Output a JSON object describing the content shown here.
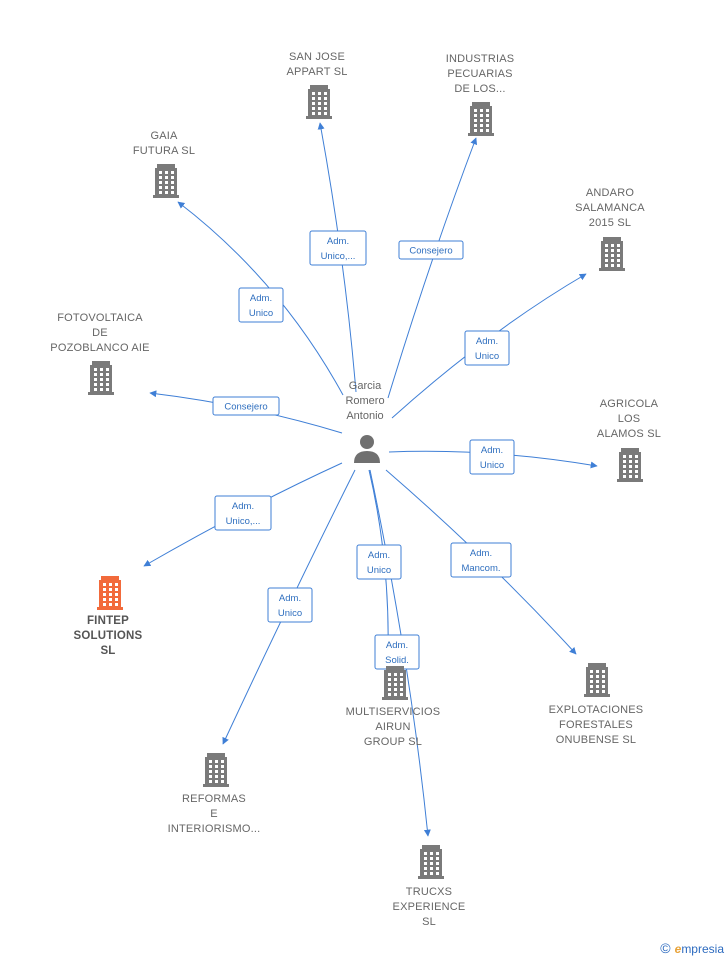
{
  "center": {
    "label_lines": [
      "Garcia",
      "Romero",
      "Antonio"
    ],
    "icon": "person-icon"
  },
  "colors": {
    "edge": "#3f7fd6",
    "company": "#7a7a7a",
    "highlight": "#f26a3b",
    "person": "#707070"
  },
  "companies": [
    {
      "id": "san-jose-appart",
      "label_lines": [
        "SAN JOSE",
        "APPART  SL"
      ],
      "icon": "building-icon",
      "highlight": false
    },
    {
      "id": "industrias-pecuarias",
      "label_lines": [
        "INDUSTRIAS",
        "PECUARIAS",
        "DE LOS..."
      ],
      "icon": "building-icon",
      "highlight": false
    },
    {
      "id": "gaia-futura",
      "label_lines": [
        "GAIA",
        "FUTURA  SL"
      ],
      "icon": "building-icon",
      "highlight": false
    },
    {
      "id": "andaro-salamanca",
      "label_lines": [
        "ANDARO",
        "SALAMANCA",
        "2015  SL"
      ],
      "icon": "building-icon",
      "highlight": false
    },
    {
      "id": "fotovoltaica",
      "label_lines": [
        "FOTOVOLTAICA",
        "DE",
        "POZOBLANCO AIE"
      ],
      "icon": "building-icon",
      "highlight": false
    },
    {
      "id": "agricola-los-alamos",
      "label_lines": [
        "AGRICOLA",
        "LOS",
        "ALAMOS SL"
      ],
      "icon": "building-icon",
      "highlight": false
    },
    {
      "id": "fintep-solutions",
      "label_lines": [
        "FINTEP",
        "SOLUTIONS",
        "SL"
      ],
      "icon": "building-icon",
      "highlight": true
    },
    {
      "id": "multiservicios-airun",
      "label_lines": [
        "MULTISERVICIOS",
        "AIRUN",
        "GROUP  SL"
      ],
      "icon": "building-icon",
      "highlight": false
    },
    {
      "id": "explotaciones-forestales",
      "label_lines": [
        "EXPLOTACIONES",
        "FORESTALES",
        "ONUBENSE SL"
      ],
      "icon": "building-icon",
      "highlight": false
    },
    {
      "id": "reformas-interiorismo",
      "label_lines": [
        "REFORMAS",
        "E",
        "INTERIORISMO..."
      ],
      "icon": "building-icon",
      "highlight": false
    },
    {
      "id": "trucxs-experience",
      "label_lines": [
        "TRUCXS",
        "EXPERIENCE",
        "SL"
      ],
      "icon": "building-icon",
      "highlight": false
    }
  ],
  "edges": [
    {
      "target": "san-jose-appart",
      "label_lines": [
        "Adm.",
        "Unico,..."
      ]
    },
    {
      "target": "industrias-pecuarias",
      "label_lines": [
        "Consejero"
      ]
    },
    {
      "target": "gaia-futura",
      "label_lines": [
        "Adm.",
        "Unico"
      ]
    },
    {
      "target": "andaro-salamanca",
      "label_lines": [
        "Adm.",
        "Unico"
      ]
    },
    {
      "target": "fotovoltaica",
      "label_lines": [
        "Consejero"
      ]
    },
    {
      "target": "agricola-los-alamos",
      "label_lines": [
        "Adm.",
        "Unico"
      ]
    },
    {
      "target": "fintep-solutions",
      "label_lines": [
        "Adm.",
        "Unico,..."
      ]
    },
    {
      "target": "multiservicios-airun",
      "label_lines": [
        "Adm.",
        "Unico"
      ]
    },
    {
      "target": "explotaciones-forestales",
      "label_lines": [
        "Adm.",
        "Mancom."
      ]
    },
    {
      "target": "reformas-interiorismo",
      "label_lines": [
        "Adm.",
        "Unico"
      ]
    },
    {
      "target": "trucxs-experience",
      "label_lines": [
        "Adm.",
        "Solid."
      ]
    }
  ],
  "brand": {
    "copyright": "©",
    "name_initial": "e",
    "name_rest": "mpresia"
  }
}
